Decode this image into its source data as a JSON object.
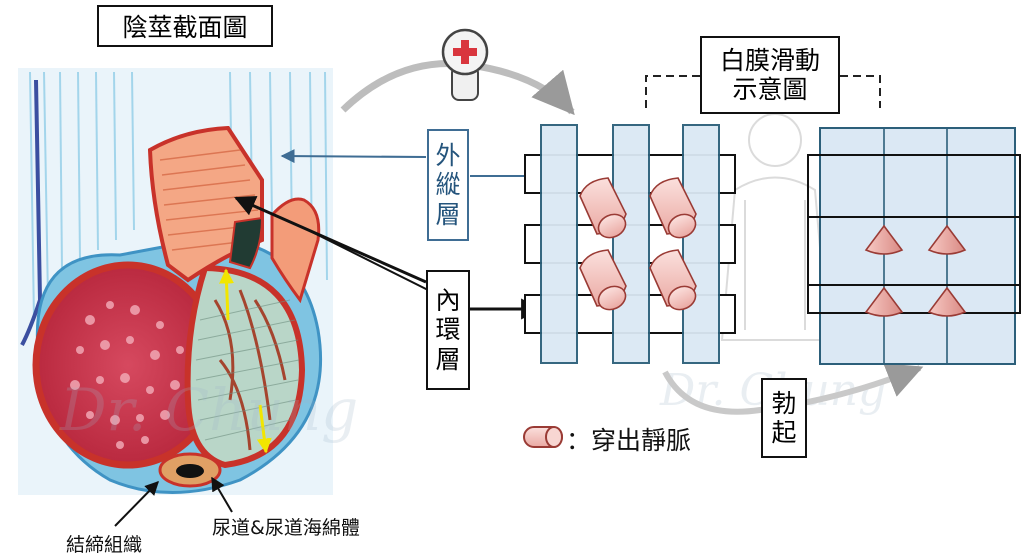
{
  "title": "陰莖截面圖",
  "outer_layer": [
    "外",
    "縱",
    "層"
  ],
  "inner_layer": [
    "內",
    "環",
    "層"
  ],
  "sliding_title": [
    "白膜滑動",
    "示意圖"
  ],
  "erection": [
    "勃",
    "起"
  ],
  "vein_legend": "：穿出靜脈",
  "label_connective": "結締組織",
  "label_urethra": "尿道&尿道海綿體",
  "watermark_text": "Dr. Chung",
  "colors": {
    "layer_fill": "#dbe8f4",
    "layer_stroke": "#2c5f7a",
    "vein_fill": "#f6c6c2",
    "vein_stroke": "#9a3b35",
    "tissue_red": "#c8322a",
    "tissue_blue": "#5fb3d9",
    "cross_red": "#d9363e"
  }
}
